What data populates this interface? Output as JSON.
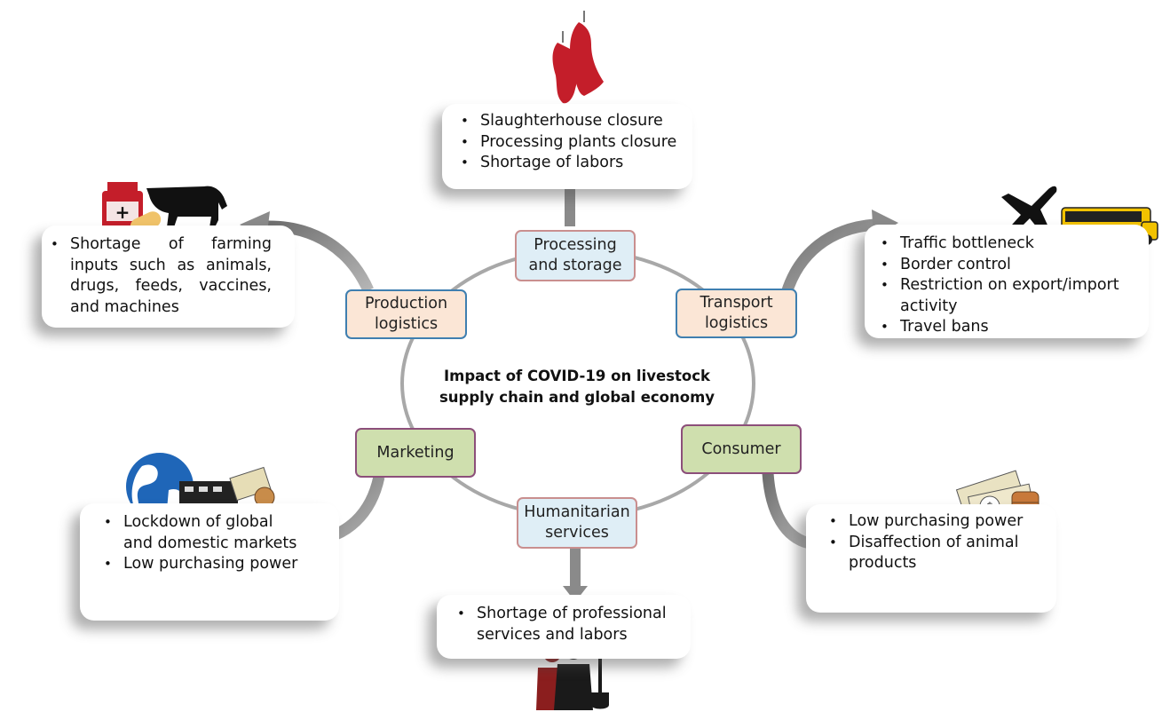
{
  "center": {
    "line1": "Impact of COVID-19 on livestock",
    "line2": "supply chain and global economy"
  },
  "nodes": {
    "processing": [
      "Processing",
      "and storage"
    ],
    "production": [
      "Production",
      "logistics"
    ],
    "transport": [
      "Transport",
      "logistics"
    ],
    "marketing": [
      "Marketing"
    ],
    "consumer": [
      "Consumer"
    ],
    "humanitarian": [
      "Humanitarian",
      "services"
    ]
  },
  "cards": {
    "processing": [
      "Slaughterhouse closure",
      "Processing plants closure",
      "Shortage of labors"
    ],
    "production": [
      "Shortage of farming inputs such as animals, drugs, feeds, vaccines, and machines"
    ],
    "transport": [
      "Traffic bottleneck",
      "Border control",
      "Restriction on export/import activity",
      "Travel bans"
    ],
    "marketing": [
      "Lockdown of global and domestic markets",
      "Low purchasing power"
    ],
    "consumer": [
      "Low purchasing power",
      "Disaffection of animal products"
    ],
    "humanitarian": [
      "Shortage of professional services and labors"
    ]
  },
  "colors": {
    "circle": "#a8a8a8",
    "arrow": "#8a8a8a",
    "blue_node_fill": "#dfeef6",
    "blue_node_border": "#c98f8f",
    "peach_node_fill": "#fbe6d6",
    "peach_node_border": "#3f7fb0",
    "green_node_fill": "#cfdfae",
    "green_node_border": "#8c4f7a",
    "meat": "#c41e2a",
    "bus": "#f2c200",
    "people_dark": "#1a1a1a",
    "people_red": "#8b1e1e"
  },
  "icons": {
    "processing": "hanging-meat-icon",
    "production": "medicine-and-cow-icon",
    "transport": "plane-and-bus-icon",
    "marketing": "globe-shop-money-icon",
    "consumer": "money-and-coins-icon",
    "humanitarian": "workers-icon"
  }
}
